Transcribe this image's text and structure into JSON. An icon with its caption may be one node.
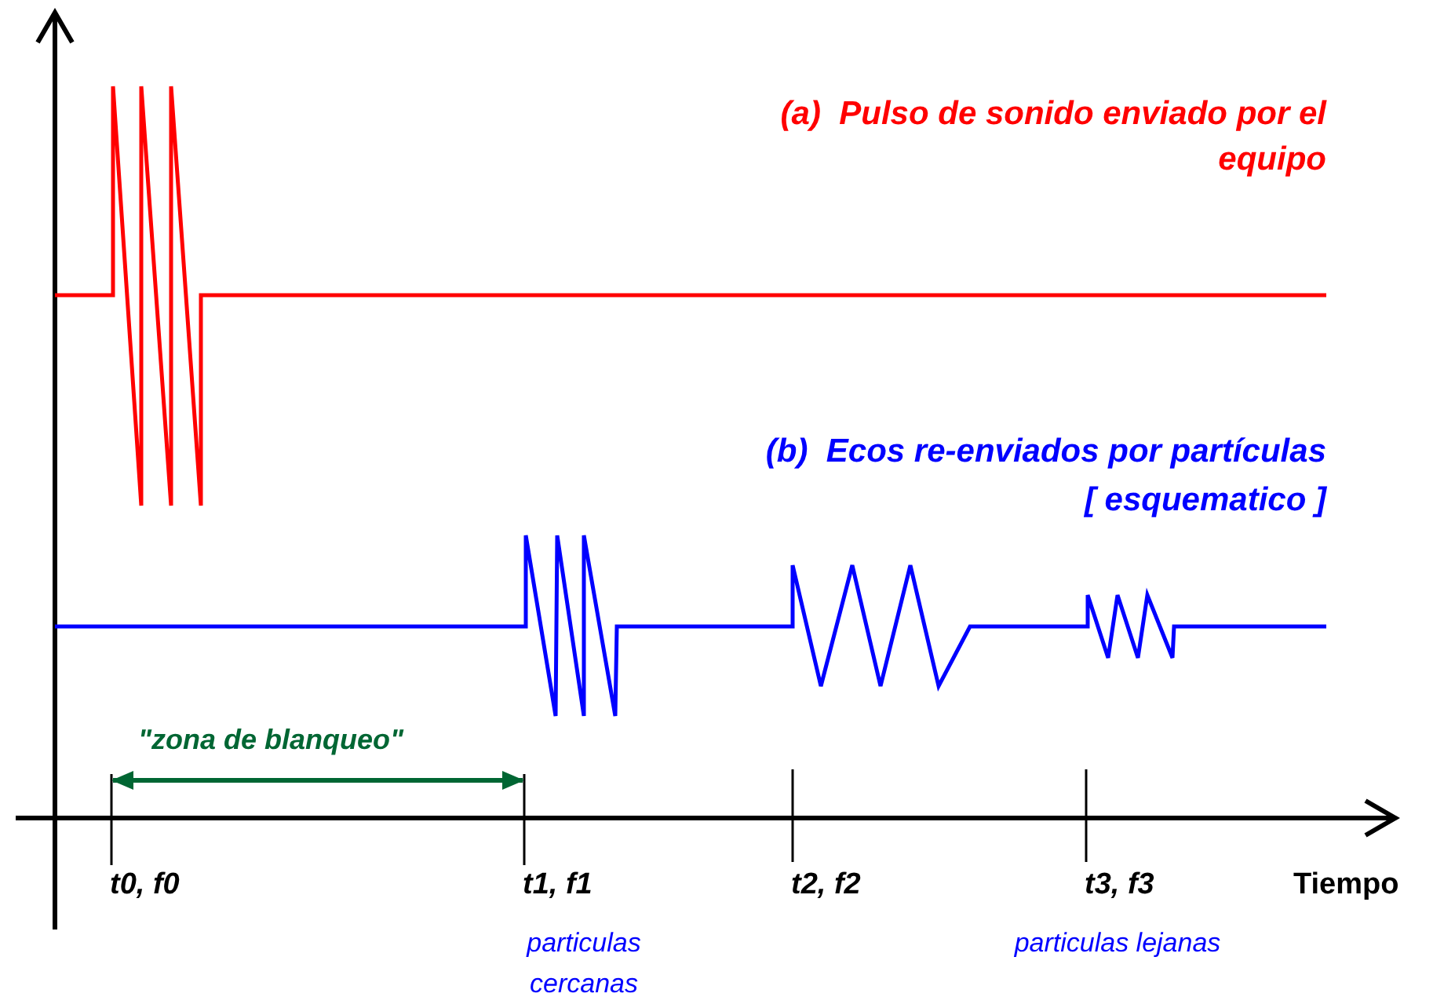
{
  "diagram": {
    "labels": [
      "(a)  Pulso de sonido enviado por el equipo",
      "(b)  Ecos re-enviados por partículas",
      "[ esquematico ]",
      "\"zona de blanqueo\"",
      "t0, f0",
      "t1, f1",
      "t2, f2",
      "t3, f3",
      "Tiempo",
      "particulas cercanas",
      "particulas lejanas"
    ]
  }
}
